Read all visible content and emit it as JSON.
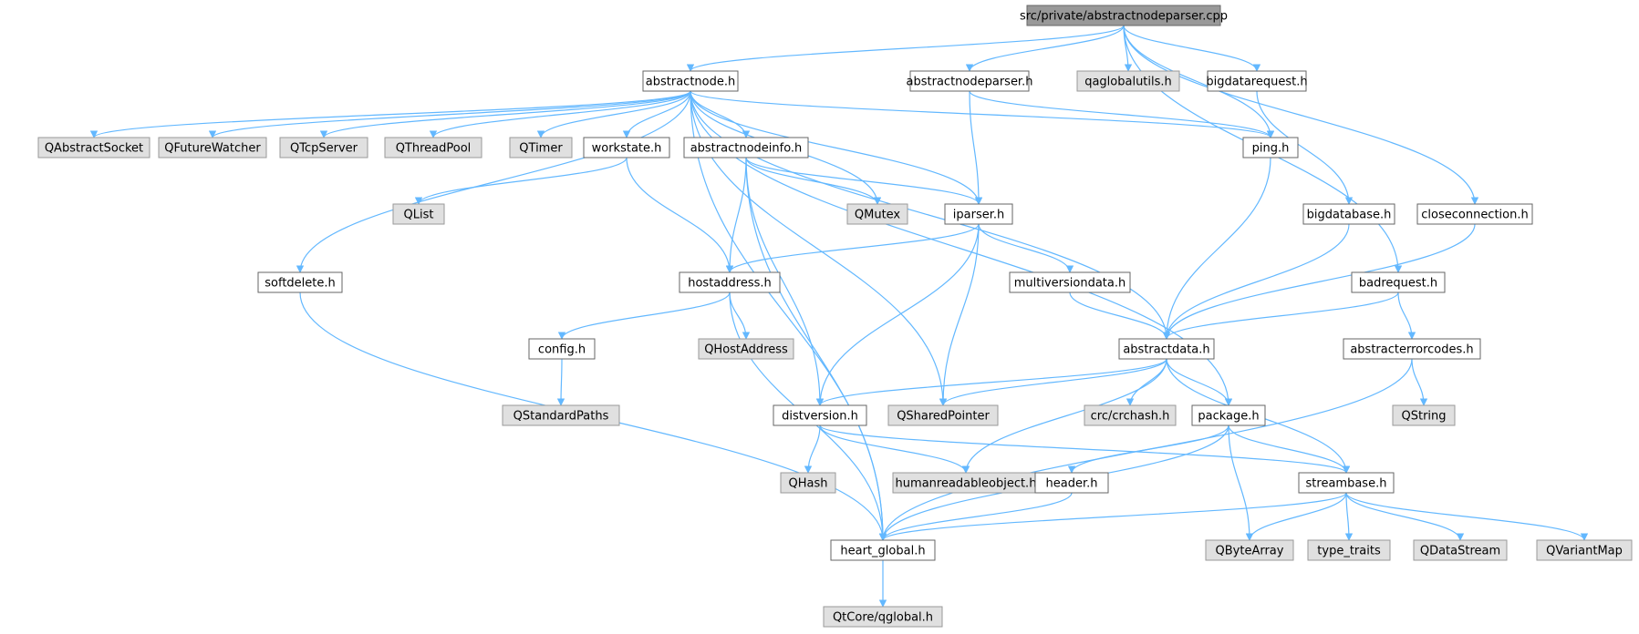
{
  "diagram": {
    "colors": {
      "edge": "#63b8ff",
      "root_fill": "#999999",
      "system_fill": "#e0e0e0",
      "local_fill": "#ffffff",
      "border": "#666666"
    },
    "nodes": [
      {
        "id": "root",
        "label": "src/private/abstractnodeparser.cpp",
        "kind": "root"
      },
      {
        "id": "abstractnode",
        "label": "abstractnode.h",
        "kind": "local"
      },
      {
        "id": "abstractnodeparser",
        "label": "abstractnodeparser.h",
        "kind": "local"
      },
      {
        "id": "qaglobalutils",
        "label": "qaglobalutils.h",
        "kind": "system"
      },
      {
        "id": "bigdatarequest",
        "label": "bigdatarequest.h",
        "kind": "local"
      },
      {
        "id": "qabstractsocket",
        "label": "QAbstractSocket",
        "kind": "system"
      },
      {
        "id": "qfuturewatcher",
        "label": "QFutureWatcher",
        "kind": "system"
      },
      {
        "id": "qtcpserver",
        "label": "QTcpServer",
        "kind": "system"
      },
      {
        "id": "qthreadpool",
        "label": "QThreadPool",
        "kind": "system"
      },
      {
        "id": "qtimer",
        "label": "QTimer",
        "kind": "system"
      },
      {
        "id": "workstate",
        "label": "workstate.h",
        "kind": "local"
      },
      {
        "id": "abstractnodeinfo",
        "label": "abstractnodeinfo.h",
        "kind": "local"
      },
      {
        "id": "ping",
        "label": "ping.h",
        "kind": "local"
      },
      {
        "id": "qlist",
        "label": "QList",
        "kind": "system"
      },
      {
        "id": "qmutex",
        "label": "QMutex",
        "kind": "system"
      },
      {
        "id": "iparser",
        "label": "iparser.h",
        "kind": "local"
      },
      {
        "id": "bigdatabase",
        "label": "bigdatabase.h",
        "kind": "local"
      },
      {
        "id": "closeconnection",
        "label": "closeconnection.h",
        "kind": "local"
      },
      {
        "id": "softdelete",
        "label": "softdelete.h",
        "kind": "local"
      },
      {
        "id": "hostaddress",
        "label": "hostaddress.h",
        "kind": "local"
      },
      {
        "id": "multiversiondata",
        "label": "multiversiondata.h",
        "kind": "local"
      },
      {
        "id": "badrequest",
        "label": "badrequest.h",
        "kind": "local"
      },
      {
        "id": "config",
        "label": "config.h",
        "kind": "local"
      },
      {
        "id": "qhostaddress",
        "label": "QHostAddress",
        "kind": "system"
      },
      {
        "id": "abstractdata",
        "label": "abstractdata.h",
        "kind": "local"
      },
      {
        "id": "abstracterrorcodes",
        "label": "abstracterrorcodes.h",
        "kind": "local"
      },
      {
        "id": "qstandardpaths",
        "label": "QStandardPaths",
        "kind": "system"
      },
      {
        "id": "distversion",
        "label": "distversion.h",
        "kind": "local"
      },
      {
        "id": "qsharedpointer",
        "label": "QSharedPointer",
        "kind": "system"
      },
      {
        "id": "crchash",
        "label": "crc/crchash.h",
        "kind": "system"
      },
      {
        "id": "package",
        "label": "package.h",
        "kind": "local"
      },
      {
        "id": "qstring",
        "label": "QString",
        "kind": "system"
      },
      {
        "id": "qhash",
        "label": "QHash",
        "kind": "system"
      },
      {
        "id": "humanreadable",
        "label": "humanreadableobject.h",
        "kind": "system"
      },
      {
        "id": "header",
        "label": "header.h",
        "kind": "local"
      },
      {
        "id": "streambase",
        "label": "streambase.h",
        "kind": "local"
      },
      {
        "id": "heartglobal",
        "label": "heart_global.h",
        "kind": "local"
      },
      {
        "id": "qbytearray",
        "label": "QByteArray",
        "kind": "system"
      },
      {
        "id": "typetraits",
        "label": "type_traits",
        "kind": "system"
      },
      {
        "id": "qdatastream",
        "label": "QDataStream",
        "kind": "system"
      },
      {
        "id": "qvariantmap",
        "label": "QVariantMap",
        "kind": "system"
      },
      {
        "id": "qglobal",
        "label": "QtCore/qglobal.h",
        "kind": "system"
      }
    ],
    "edges": [
      [
        "root",
        "abstractnode"
      ],
      [
        "root",
        "abstractnodeparser"
      ],
      [
        "root",
        "qaglobalutils"
      ],
      [
        "root",
        "bigdatarequest"
      ],
      [
        "root",
        "ping"
      ],
      [
        "root",
        "closeconnection"
      ],
      [
        "root",
        "badrequest"
      ],
      [
        "abstractnode",
        "qabstractsocket"
      ],
      [
        "abstractnode",
        "qfuturewatcher"
      ],
      [
        "abstractnode",
        "qtcpserver"
      ],
      [
        "abstractnode",
        "qthreadpool"
      ],
      [
        "abstractnode",
        "qtimer"
      ],
      [
        "abstractnode",
        "workstate"
      ],
      [
        "abstractnode",
        "abstractnodeinfo"
      ],
      [
        "abstractnode",
        "ping"
      ],
      [
        "abstractnode",
        "qmutex"
      ],
      [
        "abstractnode",
        "iparser"
      ],
      [
        "abstractnode",
        "softdelete"
      ],
      [
        "abstractnode",
        "abstractdata"
      ],
      [
        "abstractnode",
        "qsharedpointer"
      ],
      [
        "abstractnode",
        "package"
      ],
      [
        "abstractnode",
        "heartglobal"
      ],
      [
        "abstractnodeparser",
        "ping"
      ],
      [
        "abstractnodeparser",
        "iparser"
      ],
      [
        "bigdatarequest",
        "bigdatabase"
      ],
      [
        "workstate",
        "qlist"
      ],
      [
        "workstate",
        "hostaddress"
      ],
      [
        "abstractnodeinfo",
        "qmutex"
      ],
      [
        "abstractnodeinfo",
        "iparser"
      ],
      [
        "abstractnodeinfo",
        "hostaddress"
      ],
      [
        "abstractnodeinfo",
        "distversion"
      ],
      [
        "abstractnodeinfo",
        "heartglobal"
      ],
      [
        "ping",
        "abstractdata"
      ],
      [
        "iparser",
        "hostaddress"
      ],
      [
        "iparser",
        "multiversiondata"
      ],
      [
        "iparser",
        "distversion"
      ],
      [
        "iparser",
        "qsharedpointer"
      ],
      [
        "bigdatabase",
        "abstractdata"
      ],
      [
        "closeconnection",
        "abstractdata"
      ],
      [
        "softdelete",
        "heartglobal"
      ],
      [
        "hostaddress",
        "config"
      ],
      [
        "hostaddress",
        "qhostaddress"
      ],
      [
        "hostaddress",
        "heartglobal"
      ],
      [
        "multiversiondata",
        "abstractdata"
      ],
      [
        "badrequest",
        "abstractdata"
      ],
      [
        "badrequest",
        "abstracterrorcodes"
      ],
      [
        "config",
        "qstandardpaths"
      ],
      [
        "abstractdata",
        "distversion"
      ],
      [
        "abstractdata",
        "qsharedpointer"
      ],
      [
        "abstractdata",
        "crchash"
      ],
      [
        "abstractdata",
        "package"
      ],
      [
        "abstractdata",
        "humanreadable"
      ],
      [
        "abstractdata",
        "streambase"
      ],
      [
        "abstracterrorcodes",
        "qstring"
      ],
      [
        "abstracterrorcodes",
        "heartglobal"
      ],
      [
        "distversion",
        "qhash"
      ],
      [
        "distversion",
        "humanreadable"
      ],
      [
        "distversion",
        "streambase"
      ],
      [
        "package",
        "header"
      ],
      [
        "package",
        "streambase"
      ],
      [
        "package",
        "qbytearray"
      ],
      [
        "package",
        "heartglobal"
      ],
      [
        "header",
        "heartglobal"
      ],
      [
        "streambase",
        "heartglobal"
      ],
      [
        "streambase",
        "qbytearray"
      ],
      [
        "streambase",
        "typetraits"
      ],
      [
        "streambase",
        "qdatastream"
      ],
      [
        "streambase",
        "qvariantmap"
      ],
      [
        "heartglobal",
        "qglobal"
      ]
    ]
  }
}
